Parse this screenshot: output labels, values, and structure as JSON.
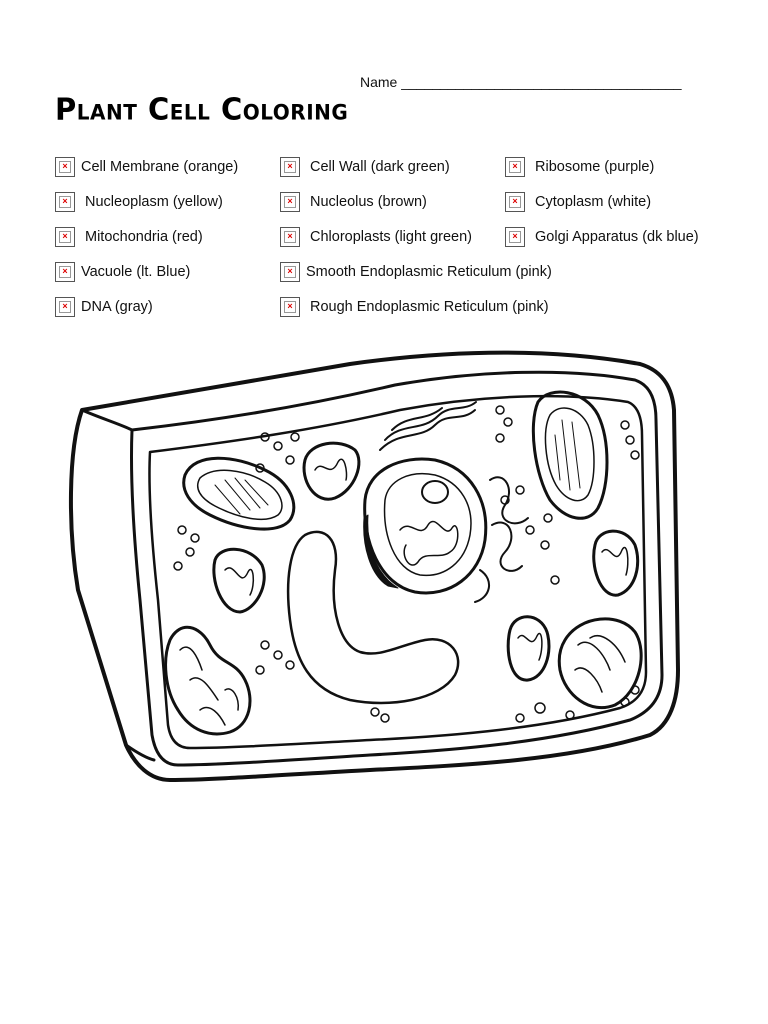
{
  "header": {
    "name_label": "Name ____________________________________",
    "title": "Plant Cell Coloring"
  },
  "legend": {
    "items": [
      {
        "label": "Cell Membrane (orange)"
      },
      {
        "label": "Cell Wall (dark green)"
      },
      {
        "label": "Ribosome (purple)"
      },
      {
        "label": "Nucleoplasm (yellow)"
      },
      {
        "label": "Nucleolus (brown)"
      },
      {
        "label": "Cytoplasm (white)"
      },
      {
        "label": "Mitochondria (red)"
      },
      {
        "label": "Chloroplasts (light green)"
      },
      {
        "label": "Golgi Apparatus (dk blue)"
      },
      {
        "label": "Vacuole (lt. Blue)"
      },
      {
        "label": "Smooth Endoplasmic Reticulum (pink)"
      },
      {
        "label": "DNA (gray)"
      },
      {
        "label": "Rough Endoplasmic Reticulum (pink)"
      }
    ],
    "broken_image_icon": "broken-image-icon"
  },
  "colors": {
    "ink": "#111111",
    "broken_image_x": "#dd0000"
  }
}
